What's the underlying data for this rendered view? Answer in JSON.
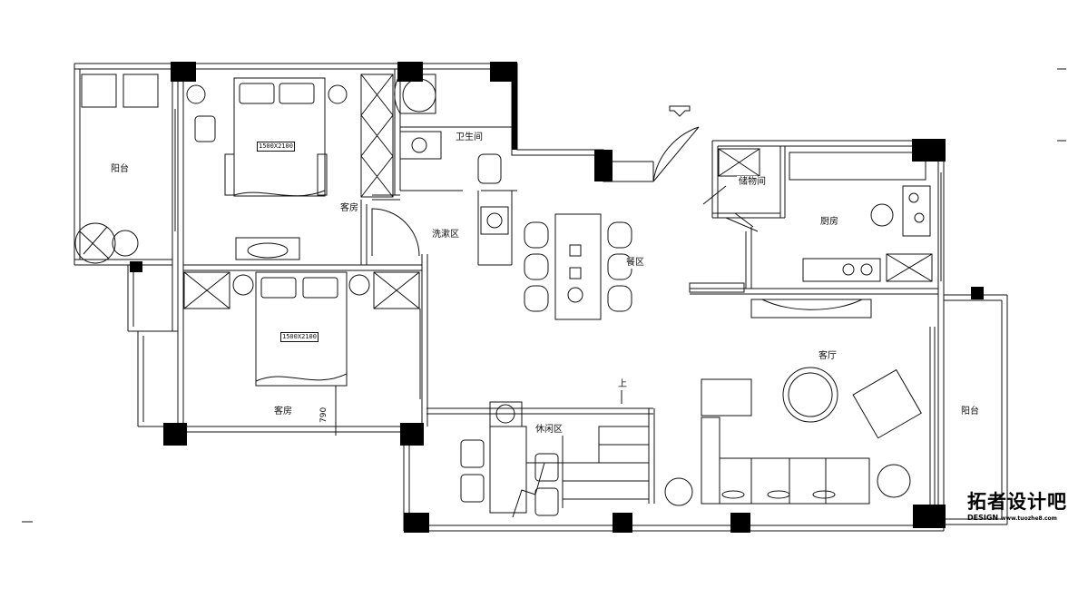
{
  "rooms": {
    "balcony_left": "阳台",
    "guest_room_upper": "客房",
    "bathroom": "卫生间",
    "wash_area": "洗漱区",
    "storage": "储物间",
    "dining": "餐区",
    "kitchen": "厨房",
    "guest_room_lower": "客房",
    "living_room": "客厅",
    "balcony_right": "阳台",
    "leisure_area": "休闲区"
  },
  "bed_sizes": {
    "upper": "1500X2100",
    "lower": "1500X2100"
  },
  "dimension_790": "790",
  "stair_up": "上",
  "watermark": {
    "title": "拓者设计吧",
    "design": "DESIGN",
    "url": "www.tuozhe8.com"
  },
  "colors": {
    "line": "#111111",
    "column": "#000000",
    "background": "#ffffff"
  }
}
